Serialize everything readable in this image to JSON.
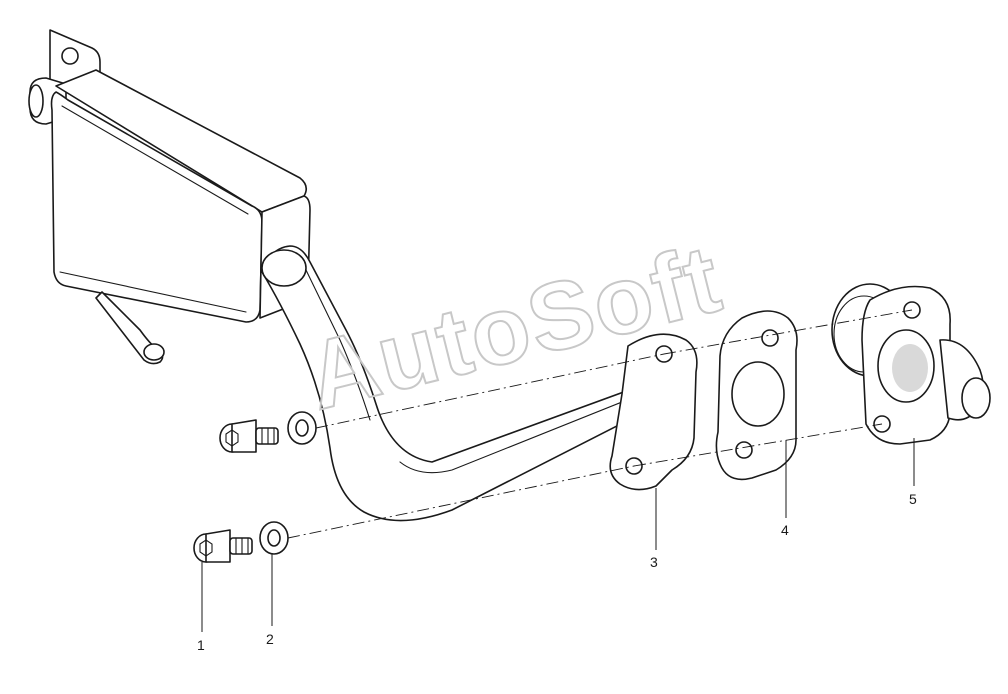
{
  "watermark": {
    "text": "AutoSoft"
  },
  "callouts": [
    {
      "id": "1",
      "label": "1"
    },
    {
      "id": "2",
      "label": "2"
    },
    {
      "id": "3",
      "label": "3"
    },
    {
      "id": "4",
      "label": "4"
    },
    {
      "id": "5",
      "label": "5"
    }
  ],
  "colors": {
    "line": "#1a1a1a",
    "watermark": "#c8c8c8",
    "background": "#ffffff"
  }
}
